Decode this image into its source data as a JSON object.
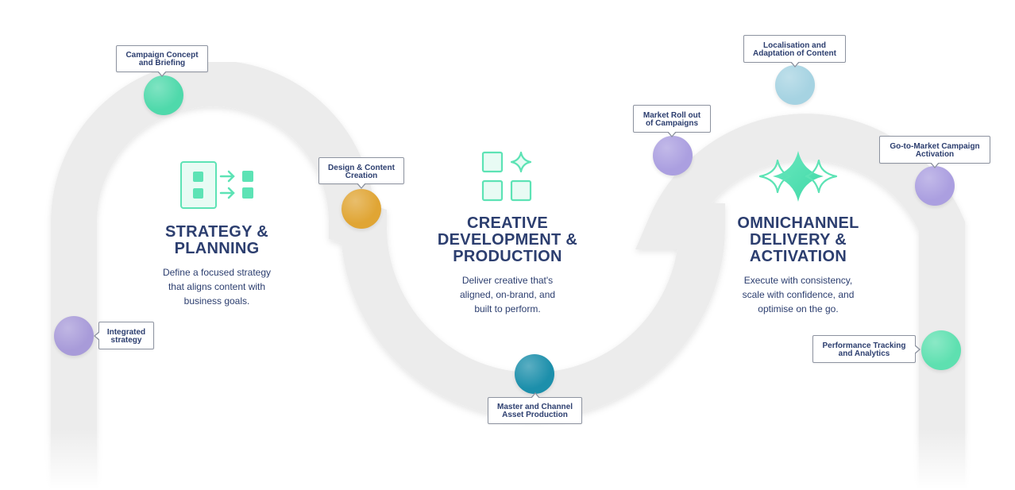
{
  "colors": {
    "track": "#ececec",
    "text": "#2c3e6f",
    "accent_mint": "#5de3b5"
  },
  "sections": [
    {
      "id": "strategy",
      "icon": "board-arrows-icon",
      "title_line1": "STRATEGY &",
      "title_line2": "PLANNING",
      "title_line3": "",
      "desc_line1": "Define a focused strategy",
      "desc_line2": "that aligns content with",
      "desc_line3": "business goals."
    },
    {
      "id": "creative",
      "icon": "grid-sparkle-icon",
      "title_line1": "CREATIVE",
      "title_line2": "DEVELOPMENT &",
      "title_line3": "PRODUCTION",
      "desc_line1": "Deliver creative that's",
      "desc_line2": "aligned, on-brand, and",
      "desc_line3": "built to perform."
    },
    {
      "id": "omnichannel",
      "icon": "sparkles-icon",
      "title_line1": "OMNICHANNEL",
      "title_line2": "DELIVERY &",
      "title_line3": "ACTIVATION",
      "desc_line1": "Execute with consistency,",
      "desc_line2": "scale with confidence, and",
      "desc_line3": "optimise on the go."
    }
  ],
  "milestones": [
    {
      "id": "integrated",
      "line1": "Integrated",
      "line2": "strategy",
      "color": "#a89bd9"
    },
    {
      "id": "campaign",
      "line1": "Campaign Concept",
      "line2": "and Briefing",
      "color": "#4fd9ab"
    },
    {
      "id": "design",
      "line1": "Design & Content",
      "line2": "Creation",
      "color": "#e0a534"
    },
    {
      "id": "master",
      "line1": "Master and Channel",
      "line2": "Asset Production",
      "color": "#1c8fab"
    },
    {
      "id": "rollout",
      "line1": "Market Roll out",
      "line2": "of Campaigns",
      "color": "#ab9fe0"
    },
    {
      "id": "localisation",
      "line1": "Localisation and",
      "line2": "Adaptation of Content",
      "color": "#a6d3e2"
    },
    {
      "id": "gtm",
      "line1": "Go-to-Market Campaign",
      "line2": "Activation",
      "color": "#ab9fe0"
    },
    {
      "id": "performance",
      "line1": "Performance Tracking",
      "line2": "and Analytics",
      "color": "#5ee0b0"
    }
  ]
}
